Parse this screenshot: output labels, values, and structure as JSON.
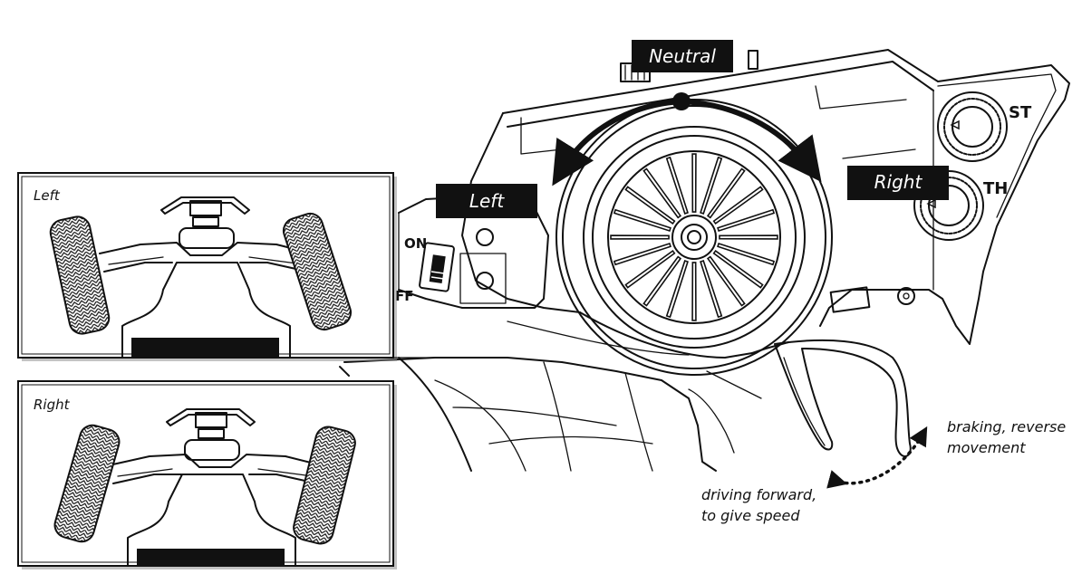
{
  "labels": {
    "neutral": "Neutral",
    "left": "Left",
    "right": "Right",
    "st": "ST",
    "th": "TH",
    "on": "ON",
    "off": "FF",
    "braking_line1": "braking, reverse",
    "braking_line2": "movement",
    "forward_line1": "driving forward,",
    "forward_line2": "to give speed",
    "inset_left": "Left",
    "inset_right": "Right"
  },
  "colors": {
    "ink": "#111111",
    "tag_background": "#111111",
    "tag_text": "#ffffff",
    "paper": "#ffffff"
  },
  "icons": {
    "steering_wheel": "steering-wheel-icon",
    "trigger": "throttle-trigger-icon",
    "st_knob": "st-trim-knob-icon",
    "th_knob": "th-trim-knob-icon",
    "power_switch": "power-switch-icon"
  }
}
